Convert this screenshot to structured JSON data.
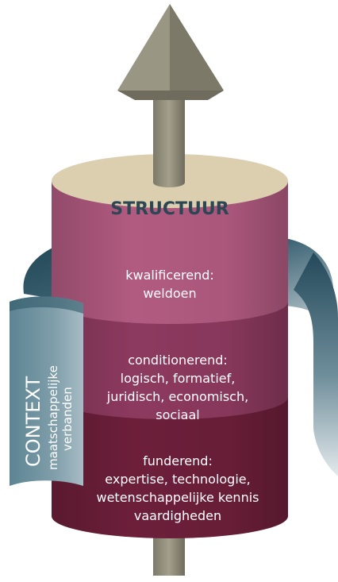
{
  "diagram": {
    "top_label": "STRUCTUUR",
    "layers": [
      {
        "heading": "kwalificerend:",
        "lines": [
          "weldoen"
        ]
      },
      {
        "heading": "conditionerend:",
        "lines": [
          "logisch, formatief,",
          "juridisch, economisch,",
          "sociaal"
        ]
      },
      {
        "heading": "funderend:",
        "lines": [
          "expertise, technologie,",
          "wetenschappelijke kennis",
          "vaardigheden"
        ]
      }
    ],
    "context": {
      "title": "CONTEXT",
      "subtitle_lines": [
        "maatschappelijke",
        "verbanden"
      ]
    },
    "colors": {
      "arrow": "#8f8b79",
      "top_face": "#dccfb0",
      "top_label": "#2c4654",
      "layer_1": "#b25b81",
      "layer_2": "#8d3a5f",
      "layer_3": "#6d1f3a",
      "ribbon": "#264c5a",
      "ribbon_light": "#8aa4b0"
    }
  }
}
